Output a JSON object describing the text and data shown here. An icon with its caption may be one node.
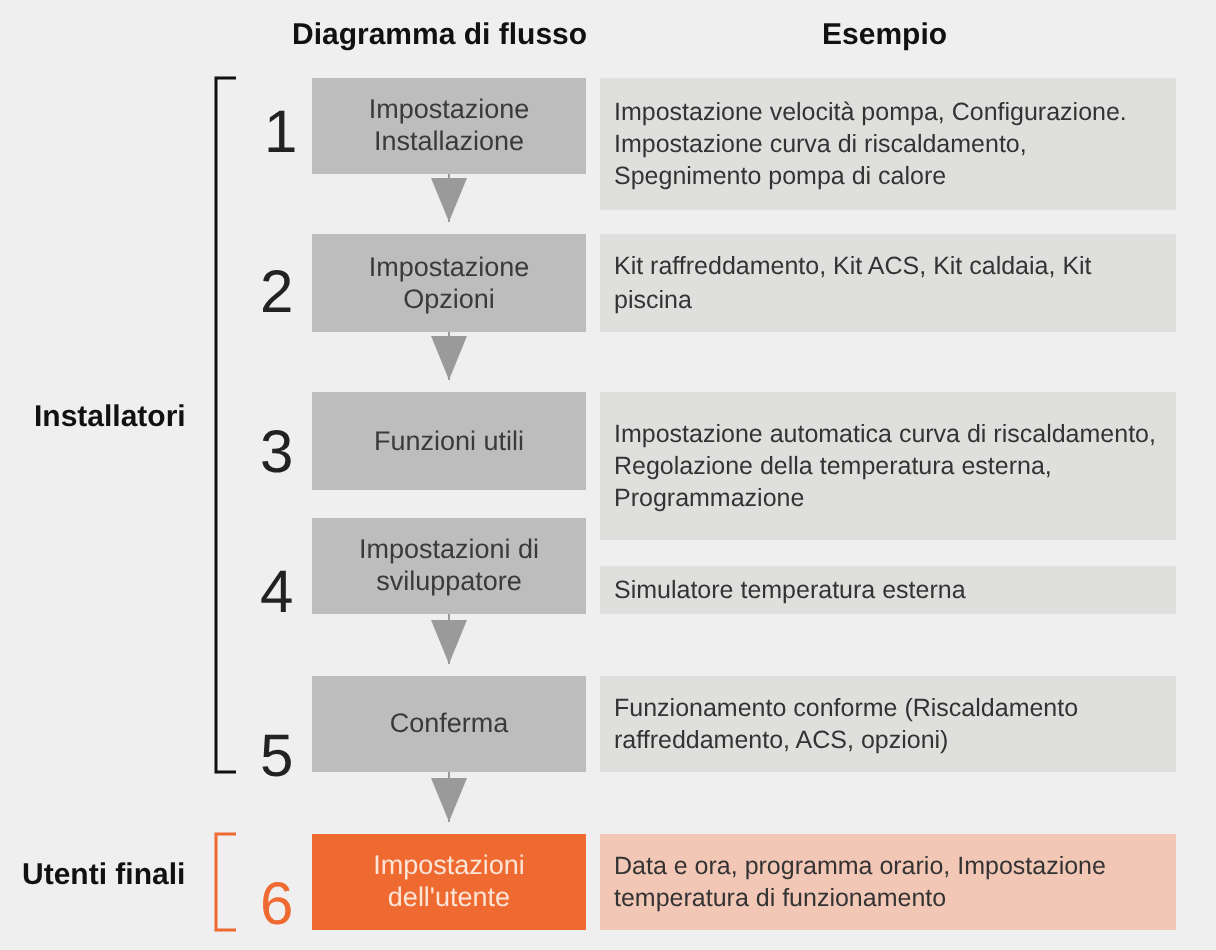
{
  "diagram": {
    "nodes": [
      {
        "text": [
          "Impostazione Installazione"
        ]
      },
      {
        "text": [
          "Impostazione velocità pompa, Configurazione. Impostazione curva di riscaldamento, Spegnimento pompa di calore"
        ]
      },
      {
        "text": [
          "Impostazione Opzioni"
        ]
      },
      {
        "text": [
          "Kit raffreddamento, Kit ACS, Kit caldaia, Kit piscina"
        ]
      },
      {
        "text": [
          "Funzioni utili"
        ]
      },
      {
        "text": [
          "Impostazione automatica curva di riscaldamento, Regolazione della temperatura esterna, Programmazione"
        ]
      },
      {
        "text": [
          "Impostazioni di sviluppatore"
        ]
      },
      {
        "text": [
          "Simulatore temperatura esterna"
        ]
      },
      {
        "text": [
          "Conferma"
        ]
      },
      {
        "text": [
          "Funzionamento conforme (Riscaldamento raffreddamento, ACS, opzioni)"
        ]
      },
      {
        "text": [
          "Impostazioni dell'utente"
        ]
      },
      {
        "text": [
          "Data e ora, programma orario, Impostazione temperatura di funzionamento"
        ]
      }
    ],
    "edges": [
      {
        "from": 0,
        "to": 2,
        "arrow": "to"
      },
      {
        "from": 2,
        "to": 4,
        "arrow": "to"
      },
      {
        "from": 6,
        "to": 8,
        "arrow": "to"
      },
      {
        "from": 8,
        "to": 10,
        "arrow": "to"
      }
    ],
    "labels": [
      "Diagramma di flusso",
      "Esempio",
      "1",
      "2",
      "3",
      "4",
      "5",
      "6",
      "Installatori",
      "Utenti finali"
    ]
  }
}
